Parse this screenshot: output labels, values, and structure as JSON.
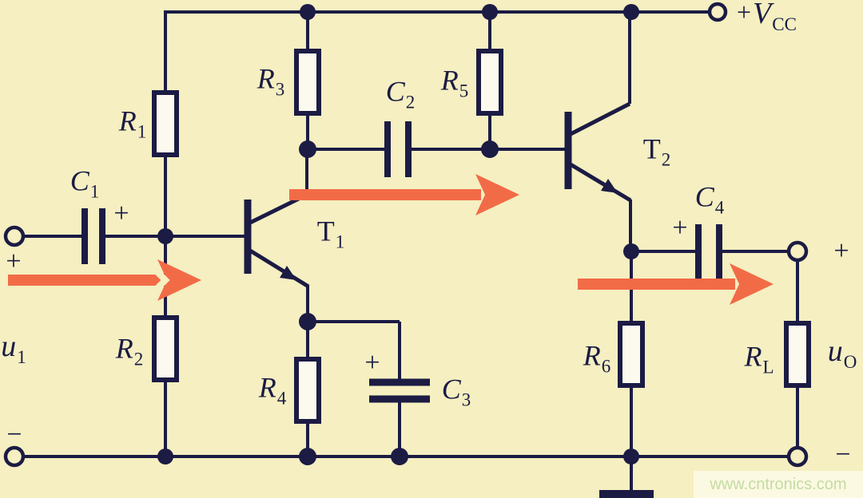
{
  "colors": {
    "background": "#f5efc1",
    "line": "#1b1b44",
    "arrow": "#f26b47",
    "watermark_text": "#c4dba4",
    "resistor_fill": "#fcfaee"
  },
  "components": {
    "R1": {
      "base": "R",
      "sub": "1"
    },
    "R2": {
      "base": "R",
      "sub": "2"
    },
    "R3": {
      "base": "R",
      "sub": "3"
    },
    "R4": {
      "base": "R",
      "sub": "4"
    },
    "R5": {
      "base": "R",
      "sub": "5"
    },
    "R6": {
      "base": "R",
      "sub": "6"
    },
    "RL": {
      "base": "R",
      "sub": "L"
    },
    "C1": {
      "base": "C",
      "sub": "1"
    },
    "C2": {
      "base": "C",
      "sub": "2"
    },
    "C3": {
      "base": "C",
      "sub": "3"
    },
    "C4": {
      "base": "C",
      "sub": "4"
    },
    "T1": {
      "base": "T",
      "sub": "1"
    },
    "T2": {
      "base": "T",
      "sub": "2"
    }
  },
  "ports": {
    "input": {
      "base": "u",
      "sub": "1"
    },
    "output": {
      "base": "u",
      "sub": "O"
    },
    "supply": {
      "plus": "+",
      "base": "V",
      "sub": "CC"
    }
  },
  "signs": {
    "input_plus": "+",
    "input_minus": "−",
    "c1_plus": "+",
    "c3_plus": "+",
    "c4_plus": "+",
    "output_plus": "+",
    "output_minus": "−"
  },
  "watermark": {
    "text": "www.cntronics.com"
  }
}
